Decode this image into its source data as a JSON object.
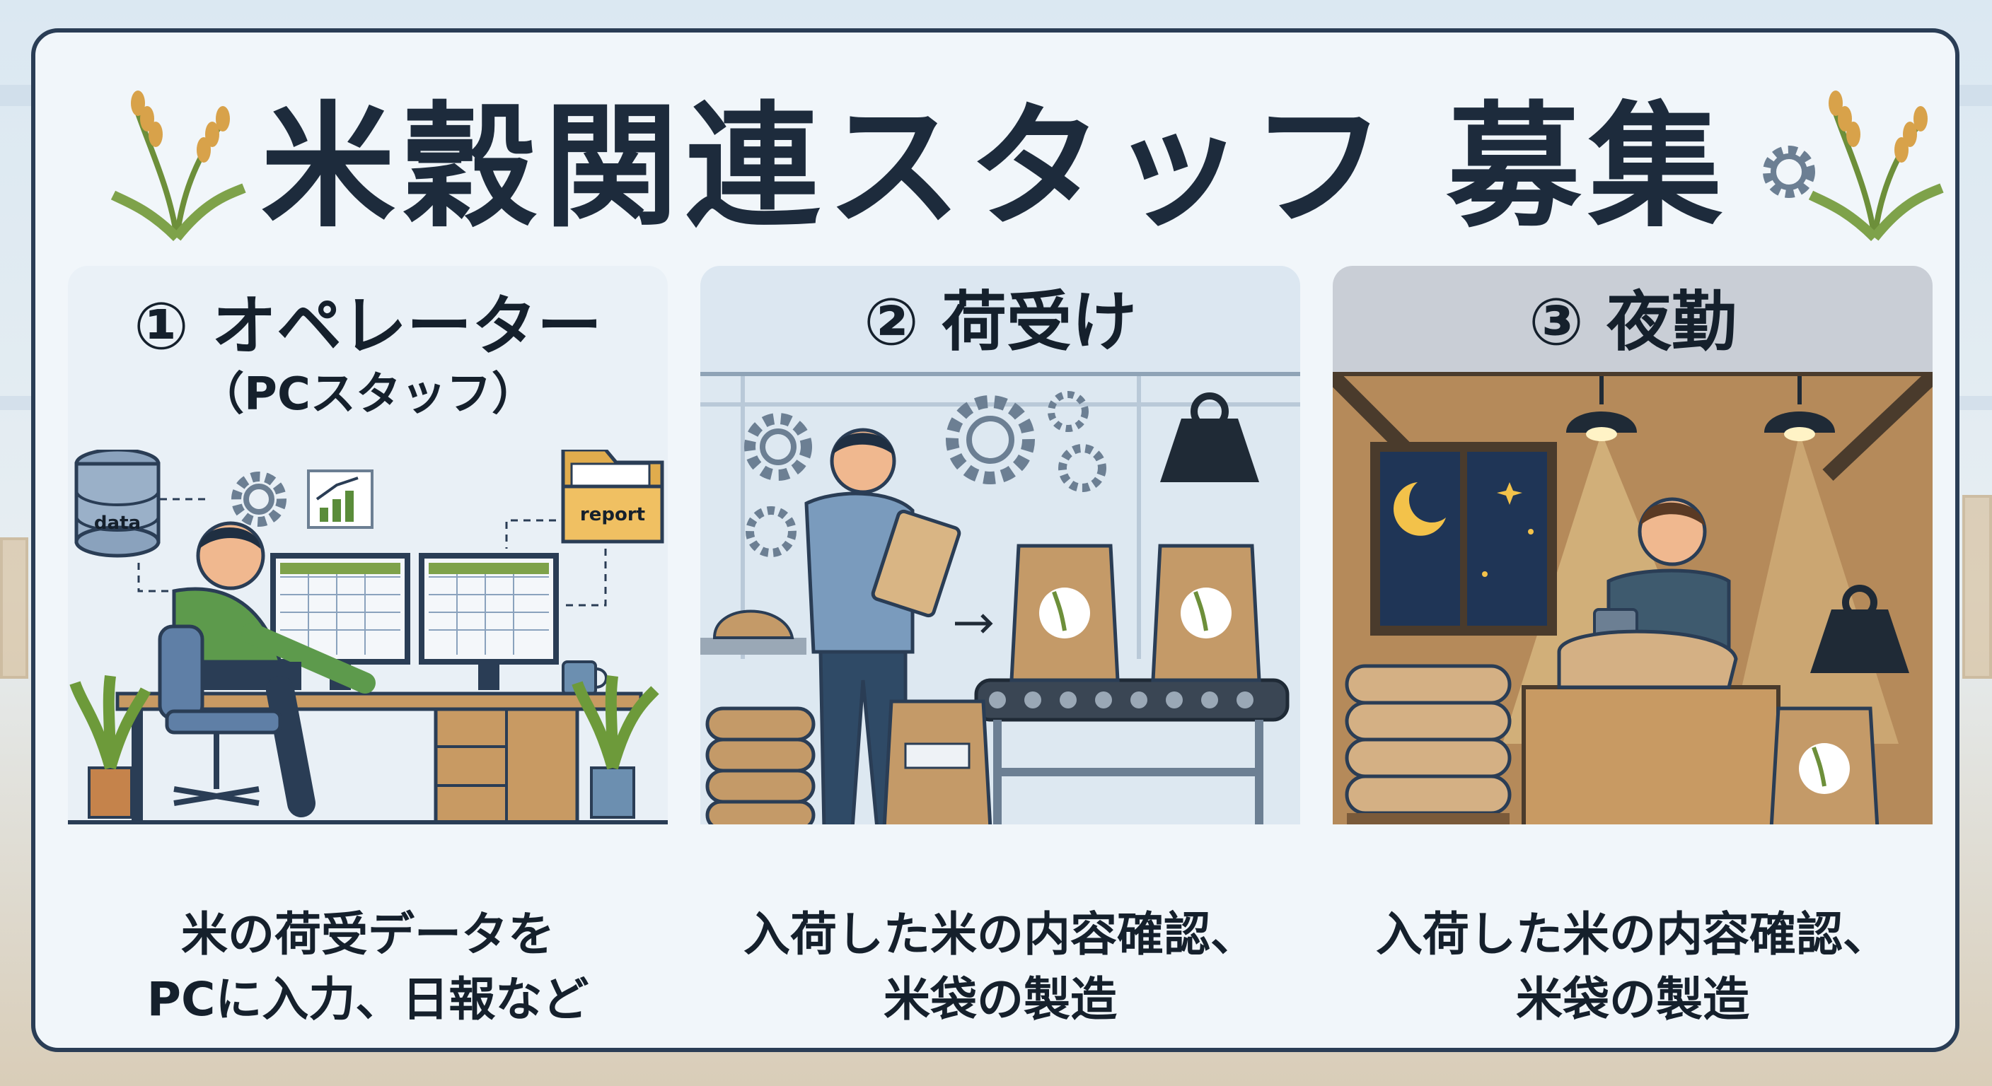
{
  "title": "米穀関連スタッフ 募集",
  "colors": {
    "frame": "#2a3d55",
    "title_text": "#1d2b3c",
    "panel1_bg": "#eaf1f7",
    "panel2_bg": "#dce7f1",
    "panel3_bg": "#c9ced6"
  },
  "panels": [
    {
      "number": "①",
      "label": "① オペレーター",
      "sub_label": "（PCスタッフ）",
      "scene_labels": {
        "database": "data",
        "folder": "report"
      },
      "desc": [
        "米の荷受データを",
        "PCに入力、日報など"
      ]
    },
    {
      "number": "②",
      "label": "② 荷受け",
      "desc": [
        "入荷した米の内容確認、",
        "米袋の製造"
      ]
    },
    {
      "number": "③",
      "label": "③ 夜勤",
      "desc": [
        "入荷した米の内容確認、",
        "米袋の製造"
      ]
    }
  ],
  "icons": [
    "rice-plant-icon",
    "gear-icon",
    "database-icon",
    "chart-icon",
    "folder-icon",
    "mug-icon",
    "weight-icon",
    "moon-icon",
    "star-icon",
    "lamp-icon",
    "rice-bag-icon"
  ]
}
